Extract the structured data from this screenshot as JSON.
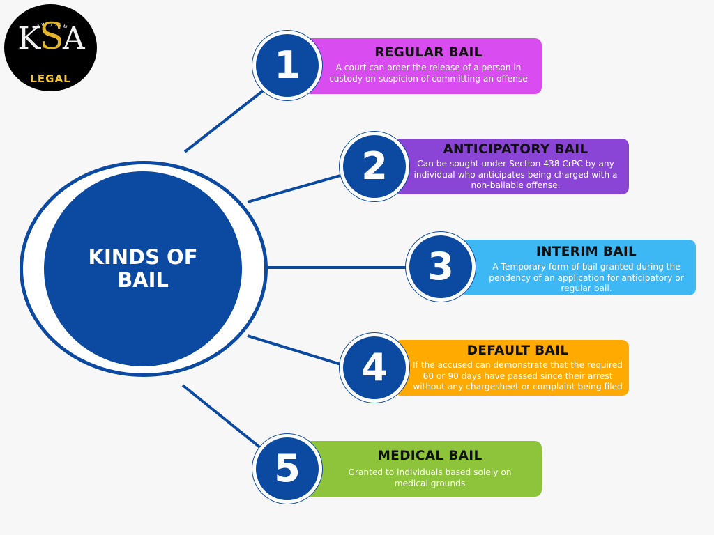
{
  "logo": {
    "top_text": "LAW FIRM",
    "monogram_left": "K",
    "monogram_mid": "S",
    "monogram_right": "A",
    "wordmark": "LEGAL",
    "colors": {
      "background": "#000000",
      "gold": "#f2c230"
    }
  },
  "center": {
    "title": "KINDS OF BAIL",
    "color": "#0c4aa2"
  },
  "items": [
    {
      "number": "1",
      "title": "REGULAR BAIL",
      "description": "A court can order the release of a person in custody on suspicion of committing an offense",
      "color": "#d94df0"
    },
    {
      "number": "2",
      "title": "ANTICIPATORY BAIL",
      "description": "Can be sought under Section 438 CrPC by any individual who anticipates being charged with a non-bailable offense.",
      "color": "#8a44d6"
    },
    {
      "number": "3",
      "title": "INTERIM BAIL",
      "description": "A Temporary form of bail granted during the pendency of an application for anticipatory or regular bail.",
      "color": "#3db8f5"
    },
    {
      "number": "4",
      "title": "DEFAULT BAIL",
      "description": "If the accused can demonstrate that the required 60 or 90 days have passed since their arrest without any chargesheet or complaint being filed",
      "color": "#ffaa00"
    },
    {
      "number": "5",
      "title": "MEDICAL BAIL",
      "description": "Granted to individuals based solely on medical grounds",
      "color": "#8ec43c"
    }
  ]
}
